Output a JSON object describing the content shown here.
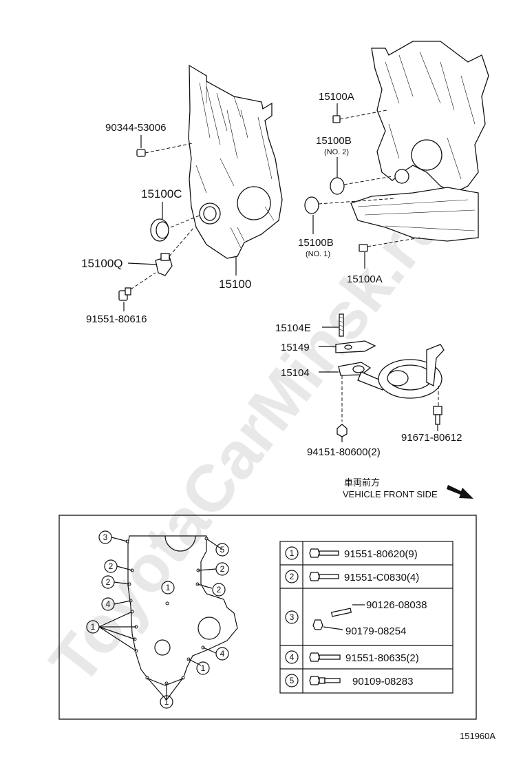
{
  "watermark": "ToyotaCarMinsk.ru",
  "parts_top": {
    "p90344": "90344-53006",
    "p15100C": "15100C",
    "p15100Q": "15100Q",
    "p91551_80616": "91551-80616",
    "p15100": "15100",
    "p15100A_top": "15100A",
    "p15100B_top": "15100B",
    "p15100B_top_note": "(NO. 2)",
    "p15100B_bot": "15100B",
    "p15100B_bot_note": "(NO. 1)",
    "p15100A_bot": "15100A",
    "p15104E": "15104E",
    "p15149": "15149",
    "p15104": "15104",
    "p94151": "94151-80600(2)",
    "p91671": "91671-80612"
  },
  "front": {
    "kanji": "車両前方",
    "label": "VEHICLE FRONT SIDE"
  },
  "legend": {
    "rows": [
      {
        "num": "1",
        "parts": [
          "91551-80620(9)"
        ]
      },
      {
        "num": "2",
        "parts": [
          "91551-C0830(4)"
        ]
      },
      {
        "num": "3",
        "parts": [
          "90126-08038",
          "90179-08254"
        ]
      },
      {
        "num": "4",
        "parts": [
          "91551-80635(2)"
        ]
      },
      {
        "num": "5",
        "parts": [
          "90109-08283"
        ]
      }
    ]
  },
  "callouts": {
    "c1": "1",
    "c2": "2",
    "c3": "3",
    "c4": "4",
    "c5": "5"
  },
  "figure_id": "151960A"
}
